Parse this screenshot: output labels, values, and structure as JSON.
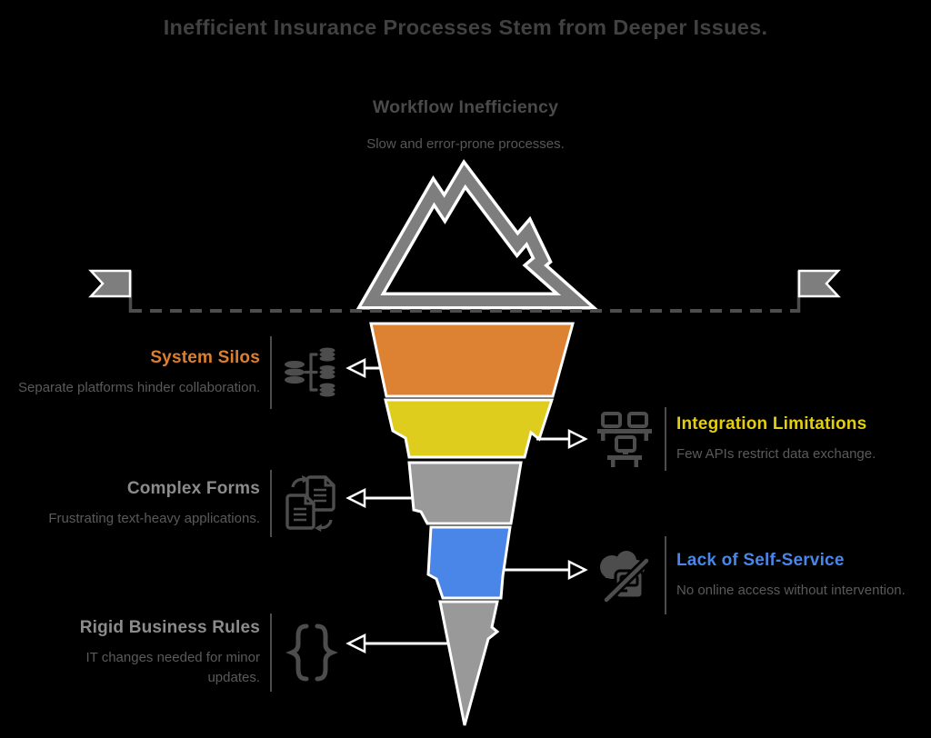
{
  "title": "Inefficient Insurance Processes Stem from Deeper Issues.",
  "surface": {
    "heading": "Workflow Inefficiency",
    "description": "Slow and error-prone processes.",
    "icon": "mountain-icon"
  },
  "waterline": {
    "style": "dashed",
    "left_icon": "flag-left-icon",
    "right_icon": "flag-right-icon"
  },
  "funnel": {
    "segment_colors": [
      "#DD8232",
      "#DFCD1E",
      "#999999",
      "#4A86E8",
      "#999999"
    ]
  },
  "issues": [
    {
      "title": "System Silos",
      "description": "Separate platforms hinder collaboration.",
      "color": "#DE7F2E",
      "side": "left",
      "icon": "database-silos-icon"
    },
    {
      "title": "Integration Limitations",
      "description": "Few APIs restrict data exchange.",
      "color": "#E3CE10",
      "side": "right",
      "icon": "computer-network-icon"
    },
    {
      "title": "Complex Forms",
      "description": "Frustrating text-heavy applications.",
      "color": "#8C8C8C",
      "side": "left",
      "icon": "document-exchange-icon"
    },
    {
      "title": "Lack of Self-Service",
      "description": "No online access without intervention.",
      "color": "#4A86E8",
      "side": "right",
      "icon": "cloud-kiosk-disabled-icon"
    },
    {
      "title": "Rigid Business Rules",
      "description": "IT changes needed for minor updates.",
      "color": "#8C8C8C",
      "side": "left",
      "icon": "curly-braces-icon"
    }
  ],
  "colors": {
    "background": "#000000",
    "title_text": "#414141",
    "heading_text": "#4A4A4A",
    "body_text": "#5A5A5A",
    "gray_title_text": "#8C8C8C",
    "icon_gray": "#4D4D4D",
    "iceberg_gray": "#7E7E7E",
    "divider_gray": "#4D4D4D",
    "connector_white": "#FFFFFF"
  }
}
